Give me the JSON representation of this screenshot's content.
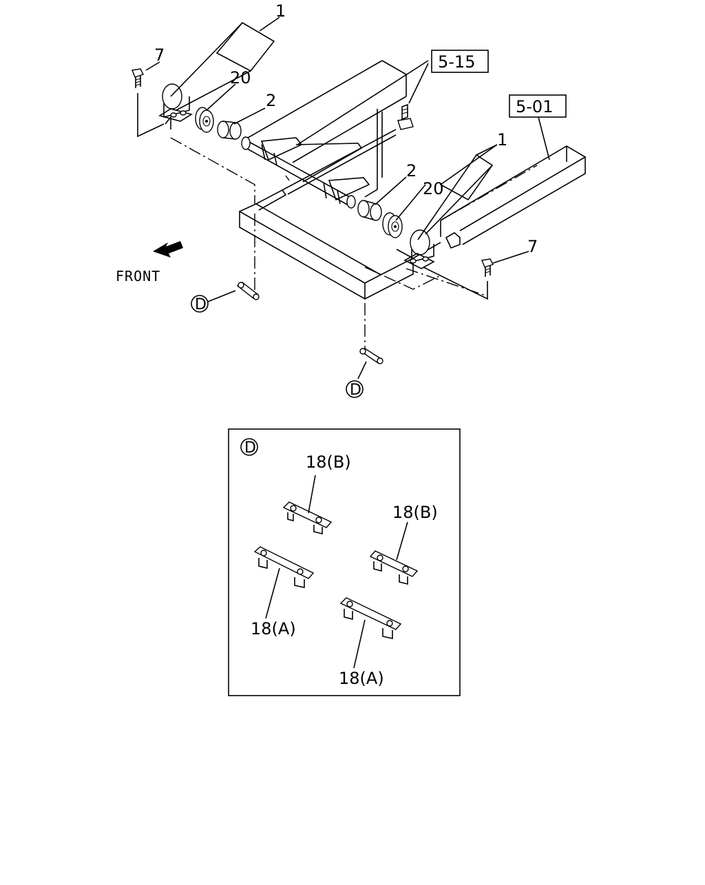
{
  "diagram": {
    "labels": {
      "part_1_left": "1",
      "part_1_right": "1",
      "part_20_left": "20",
      "part_20_right": "20",
      "part_2_left": "2",
      "part_2_right": "2",
      "part_7_left": "7",
      "part_7_right": "7",
      "ref_5_15": "5-15",
      "ref_5_01": "5-01",
      "front": "FRONT",
      "detail_d_left": "D",
      "detail_d_bottom": "D"
    },
    "detail": {
      "title": "D",
      "labels": {
        "b1": "18(B)",
        "b2": "18(B)",
        "a1": "18(A)",
        "a2": "18(A)"
      }
    }
  }
}
